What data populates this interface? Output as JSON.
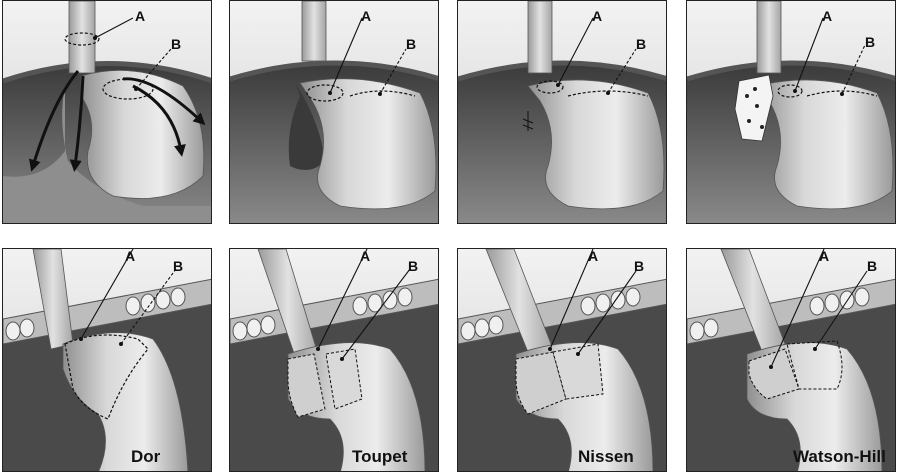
{
  "callouts": {
    "a": "A",
    "b": "B"
  },
  "panels": {
    "top": [
      {
        "caption": ""
      },
      {
        "caption": ""
      },
      {
        "caption": ""
      },
      {
        "caption": ""
      }
    ],
    "bottom": [
      {
        "caption": "Dor"
      },
      {
        "caption": "Toupet"
      },
      {
        "caption": "Nissen"
      },
      {
        "caption": "Watson-Hill"
      }
    ]
  }
}
